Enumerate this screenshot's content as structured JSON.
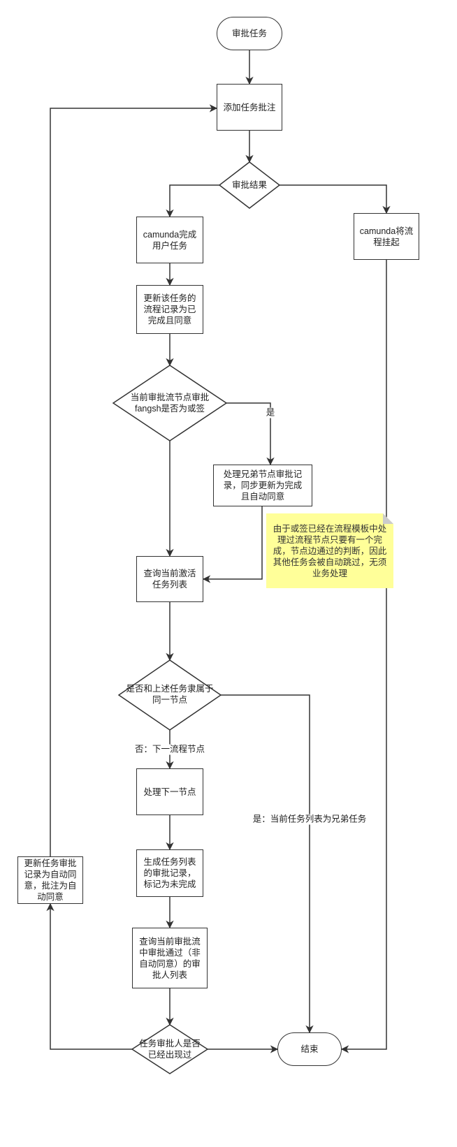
{
  "colors": {
    "stroke": "#333333",
    "node_fill": "#ffffff",
    "text": "#222222",
    "note_fill": "#ffff99",
    "note_fold": "#cccccc"
  },
  "diagram": {
    "nodes": {
      "start": "审批任务",
      "add_comment": "添加任务批注",
      "approval_result": "审批结果",
      "camunda_complete": "camunda完成用户任务",
      "camunda_suspend": "camunda将流程挂起",
      "update_record": "更新该任务的流程记录为已完成且同意",
      "or_sign_check": "当前审批流节点审批fangsh是否为或签",
      "handle_siblings": "处理兄弟节点审批记录，同步更新为完成且自动同意",
      "query_active_tasks": "查询当前激活任务列表",
      "same_node_check": "是否和上述任务隶属于同一节点",
      "handle_next_node": "处理下一节点",
      "generate_records": "生成任务列表的审批记录，标记为未完成",
      "query_approvers": "查询当前审批流中审批通过（非自动同意）的审批人列表",
      "approver_seen_check": "任务审批人是否已经出现过",
      "end": "结束",
      "auto_approve": "更新任务审批记录为自动同意，批注为自动同意"
    },
    "edge_labels": {
      "or_sign_yes": "是",
      "same_node_no": "否：下一流程节点",
      "same_node_yes": "是：当前任务列表为兄弟任务"
    },
    "note": "由于或签已经在流程模板中处理过流程节点只要有一个完成，节点边通过的判断，因此其他任务会被自动跳过，无须业务处理"
  }
}
